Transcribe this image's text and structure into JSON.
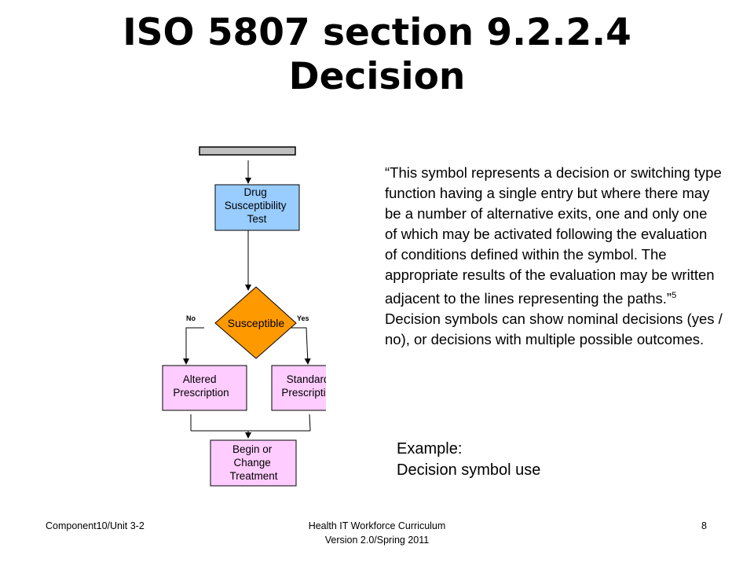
{
  "slide": {
    "title_line1": "ISO 5807 section 9.2.2.4",
    "title_line2": "Decision"
  },
  "flowchart": {
    "process_box": [
      "Drug",
      "Susceptibility",
      "Test"
    ],
    "decision": "Susceptible",
    "no_label": "No",
    "yes_label": "Yes",
    "altered_box": [
      "Altered",
      "Prescription"
    ],
    "standard_box": [
      "Standard",
      "Prescription"
    ],
    "begin_box": [
      "Begin or",
      "Change",
      "Treatment"
    ],
    "colors": {
      "process_fill": "#99ccff",
      "decision_fill": "#ff9900",
      "terminal_fill": "#ffccff",
      "start_bar_fill": "#c0c0c0"
    }
  },
  "quote": {
    "text": "“This symbol represents a decision or switching type function having a single entry but where there may be a number of alternative exits, one and only one of which may be activated following the evaluation of conditions defined within the symbol. The appropriate results of the evaluation may be written adjacent to the lines representing the paths.”",
    "ref": "5",
    "text2": "  Decision symbols can show nominal decisions (yes / no), or decisions with multiple possible outcomes."
  },
  "example": {
    "line1": "Example:",
    "line2": "Decision symbol use"
  },
  "footer": {
    "left": "Component10/Unit 3-2",
    "center_line1": "Health IT Workforce Curriculum",
    "center_line2": "Version 2.0/Spring 2011",
    "page": "8"
  }
}
